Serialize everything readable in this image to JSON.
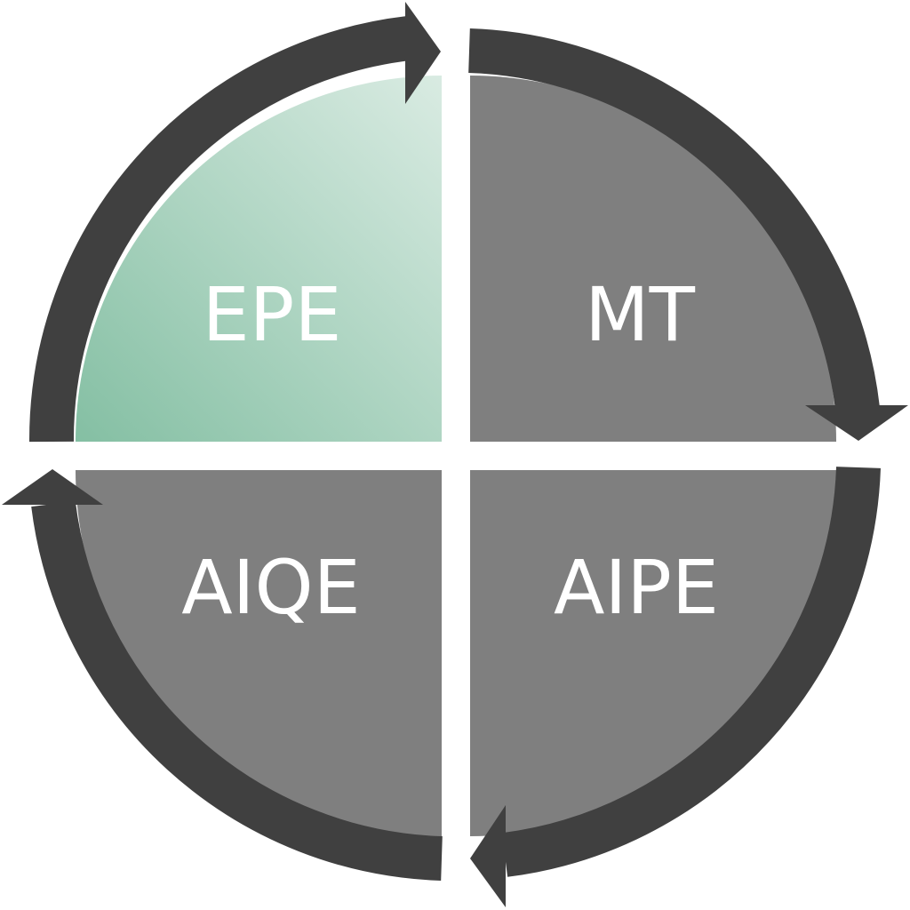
{
  "diagram": {
    "quadrants": [
      {
        "id": "top-left",
        "label": "EPE",
        "fill": "#84bfa3",
        "highlighted": true
      },
      {
        "id": "top-right",
        "label": "MT",
        "fill": "#7f7f7f"
      },
      {
        "id": "bottom-right",
        "label": "AIPE",
        "fill": "#7f7f7f"
      },
      {
        "id": "bottom-left",
        "label": "AIQE",
        "fill": "#7f7f7f"
      }
    ],
    "flow": "clockwise",
    "colors": {
      "arrow": "#404040",
      "quadrant": "#7f7f7f",
      "highlight": "#84bfa3",
      "highlight_light": "#d9ebe2",
      "background": "#ffffff"
    }
  }
}
